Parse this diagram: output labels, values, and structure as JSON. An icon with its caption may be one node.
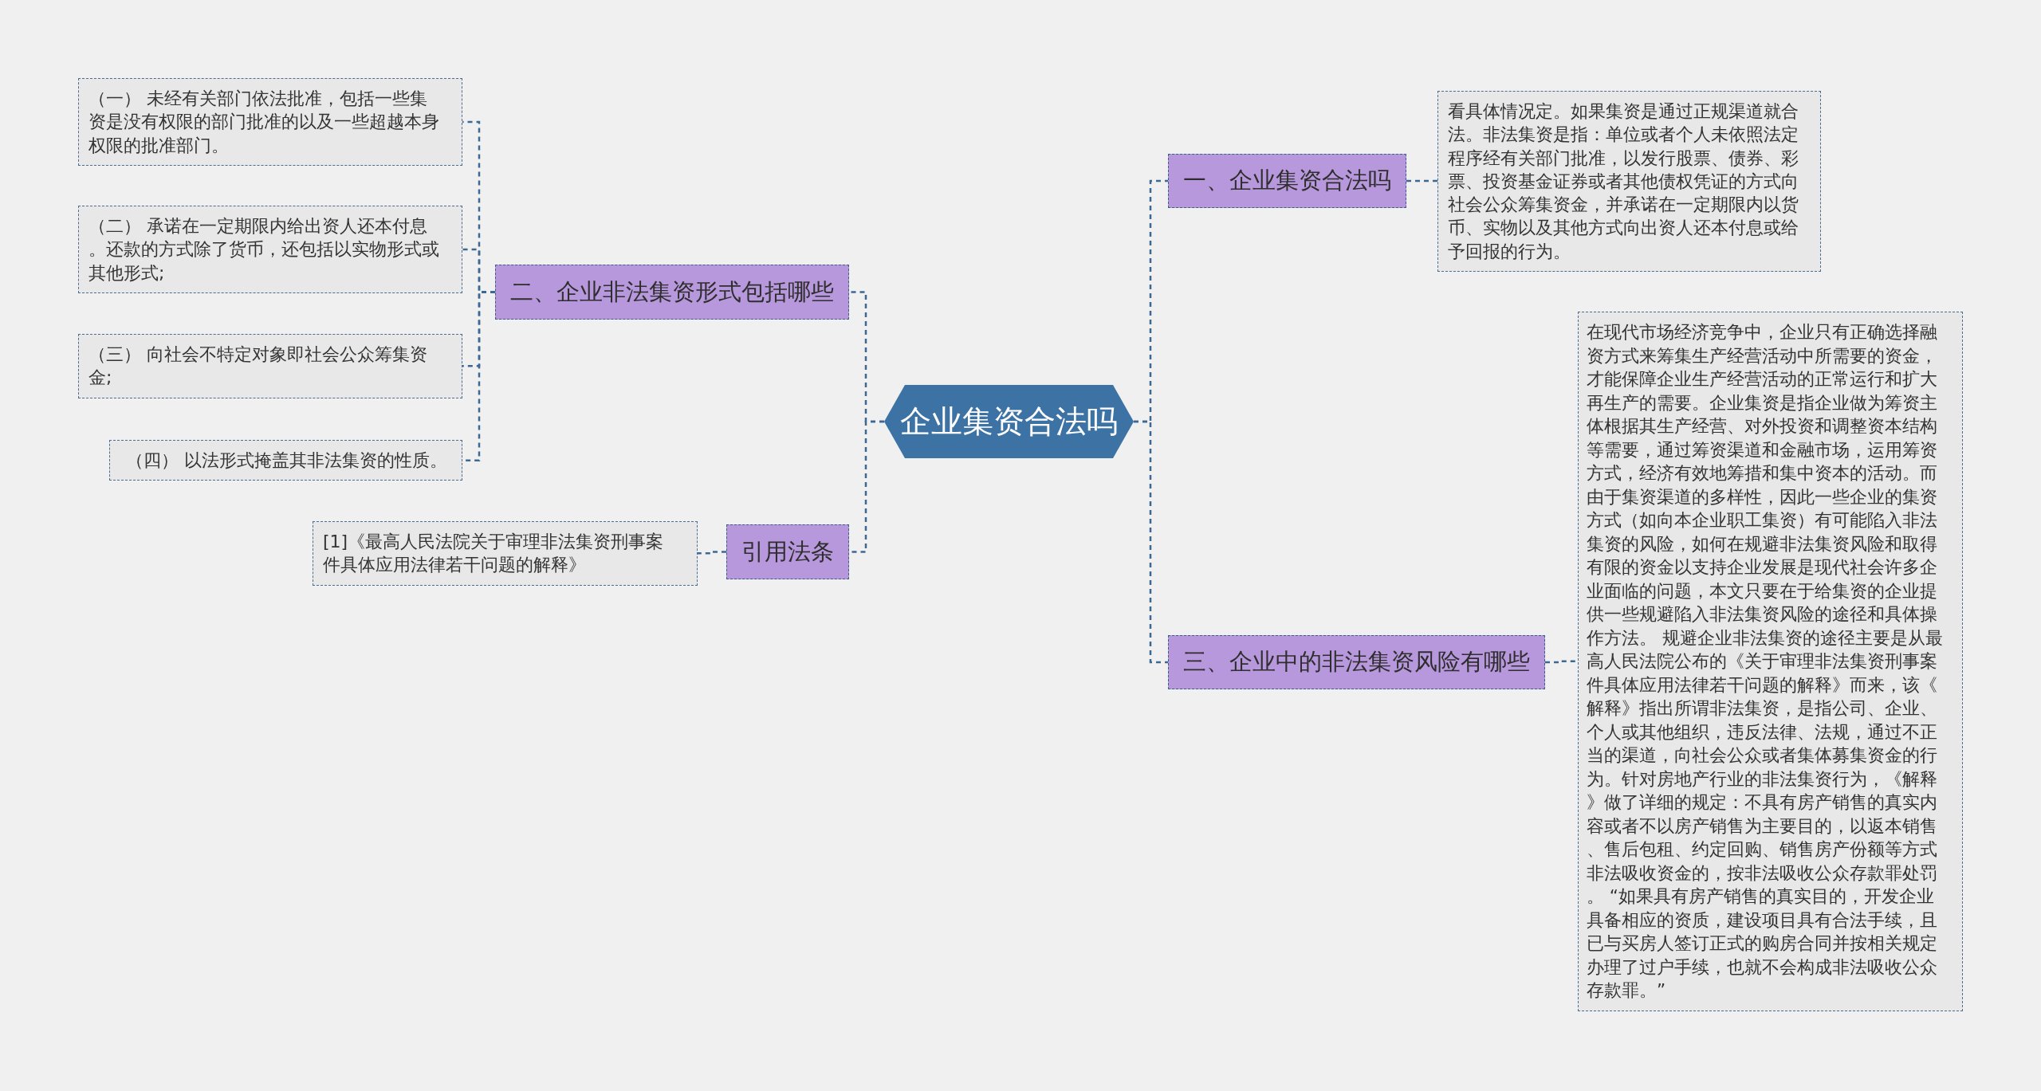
{
  "diagram": {
    "nodes": [
      {
        "text": [
          "企业集资合法吗"
        ]
      },
      {
        "text": [
          "一、企业集资合法吗"
        ]
      },
      {
        "text": [
          "看具体情况定。如果集资是通过正规渠道就合法。非法集资是指：单位或者个人未依照法定程序经有关部门批准，以发行股票、债券、彩票、投资基金证券或者其他债权凭证的方式向社会公众筹集资金，并承诺在一定期限内以货币、实物以及其他方式向出资人还本付息或给予回报的行为。"
        ]
      },
      {
        "text": [
          "三、企业中的非法集资风险有哪些"
        ]
      },
      {
        "text": [
          "在现代市场经济竞争中，企业只有正确选择融资方式来筹集生产经营活动中所需要的资金，才能保障企业生产经营活动的正常运行和扩大再生产的需要。企业集资是指企业做为筹资主体根据其生产经营、对外投资和调整资本结构等需要，通过筹资渠道和金融市场，运用筹资方式，经济有效地筹措和集中资本的活动。而由于集资渠道的多样性，因此一些企业的集资方式（如向本企业职工集资）有可能陷入非法集资的风险，如何在规避非法集资风险和取得有限的资金以支持企业发展是现代社会许多企业面临的问题，本文只要在于给集资的企业提供一些规避陷入非法集资风险的途径和具体操作方法。 规避企业非法集资的途径主要是从最高人民法院公布的《关于审理非法集资刑事案件具体应用法律若干问题的解释》而来，该《解释》指出所谓非法集资，是指公司、企业、个人或其他组织，违反法律、法规，通过不正当的渠道，向社会公众或者集体募集资金的行为。针对房地产行业的非法集资行为，《解释》做了详细的规定：不具有房产销售的真实内容或者不以房产销售为主要目的，以返本销售、售后包租、约定回购、销售房产份额等方式非法吸收资金的，按非法吸收公众存款罪处罚。 “如果具有房产销售的真实目的，开发企业具备相应的资质，建设项目具有合法手续，且已与买房人签订正式的购房合同并按相关规定办理了过户手续，也就不会构成非法吸收公众存款罪。”"
        ]
      },
      {
        "text": [
          "二、企业非法集资形式包括哪些"
        ]
      },
      {
        "text": [
          "（一） 未经有关部门依法批准，包括一些集资是没有权限的部门批准的以及一些超越本身权限的批准部门。"
        ]
      },
      {
        "text": [
          "（二） 承诺在一定期限内给出资人还本付息。还款的方式除了货币，还包括以实物形式或其他形式;"
        ]
      },
      {
        "text": [
          "（三） 向社会不特定对象即社会公众筹集资金;"
        ]
      },
      {
        "text": [
          "（四） 以法形式掩盖其非法集资的性质。"
        ]
      },
      {
        "text": [
          "引用法条"
        ]
      },
      {
        "text": [
          "[1]《最高人民法院关于审理非法集资刑事案件具体应用法律若干问题的解释》"
        ]
      }
    ],
    "edges": [
      {
        "from": 0,
        "to": 1,
        "arrow": "none"
      },
      {
        "from": 1,
        "to": 2,
        "arrow": "none"
      },
      {
        "from": 0,
        "to": 3,
        "arrow": "none"
      },
      {
        "from": 3,
        "to": 4,
        "arrow": "none"
      },
      {
        "from": 0,
        "to": 5,
        "arrow": "none"
      },
      {
        "from": 5,
        "to": 6,
        "arrow": "none"
      },
      {
        "from": 5,
        "to": 7,
        "arrow": "none"
      },
      {
        "from": 5,
        "to": 8,
        "arrow": "none"
      },
      {
        "from": 5,
        "to": 9,
        "arrow": "none"
      },
      {
        "from": 0,
        "to": 10,
        "arrow": "none"
      },
      {
        "from": 10,
        "to": 11,
        "arrow": "none"
      }
    ]
  }
}
